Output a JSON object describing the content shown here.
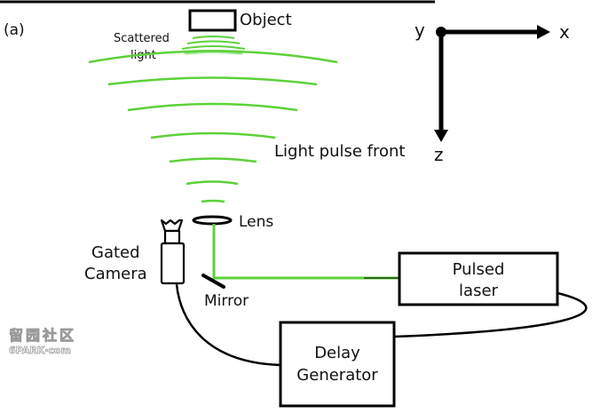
{
  "figure": {
    "panel_label": "(a)",
    "colors": {
      "light": "#5cd13a",
      "ink": "#000000",
      "watermark": "#9a9a9a"
    }
  },
  "labels": {
    "object": "Object",
    "scattered_light_line1": "Scattered",
    "scattered_light_line2": "light",
    "light_pulse_front": "Light pulse front",
    "lens": "Lens",
    "gated_camera_line1": "Gated",
    "gated_camera_line2": "Camera",
    "mirror": "Mirror",
    "pulsed_laser_line1": "Pulsed",
    "pulsed_laser_line2": "laser",
    "delay_generator_line1": "Delay",
    "delay_generator_line2": "Generator"
  },
  "axes": {
    "x_label": "x",
    "y_label": "y",
    "z_label": "z"
  },
  "watermark": {
    "line1": "留园社区",
    "line2": "6PARK·com"
  }
}
